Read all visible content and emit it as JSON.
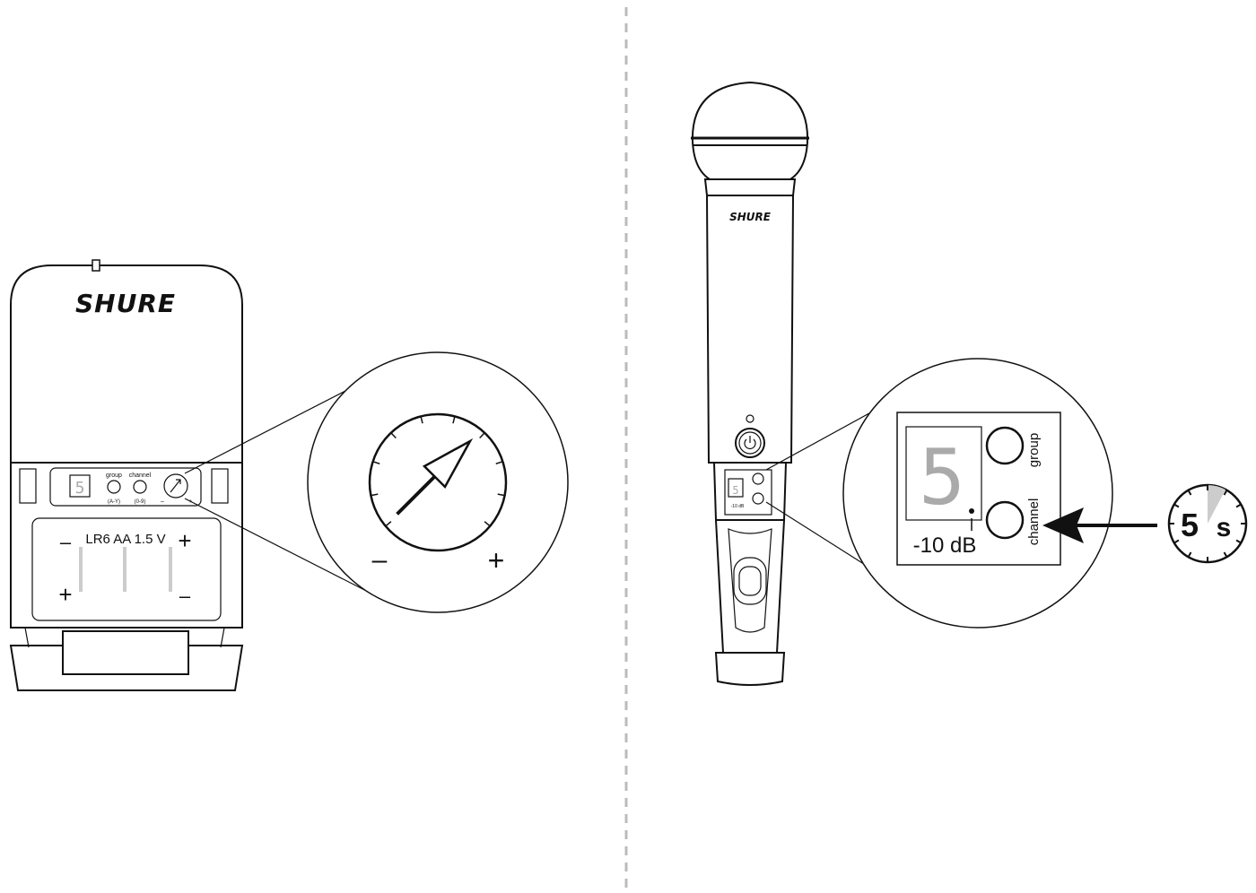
{
  "bodypack": {
    "brand": "SHURE",
    "display_digit": "5",
    "group_label": "group",
    "group_range": "(A-Y)",
    "channel_label": "channel",
    "channel_range": "(0-9)",
    "knob_minus": "–",
    "knob_plus": "+",
    "battery_label": "LR6 AA 1.5 V",
    "battery_minus_left": "–",
    "battery_plus_left": "+",
    "battery_plus_right": "+",
    "battery_minus_right": "–"
  },
  "knob_zoom": {
    "minus_label": "–",
    "plus_label": "+"
  },
  "handheld": {
    "brand": "SHURE",
    "display_digit": "5",
    "small_gain": "-10 dB"
  },
  "handheld_zoom": {
    "display_digit": "5",
    "group_label": "group",
    "channel_label": "channel",
    "gain_label": "-10 dB"
  },
  "timer": {
    "value": "5",
    "unit": "s"
  }
}
